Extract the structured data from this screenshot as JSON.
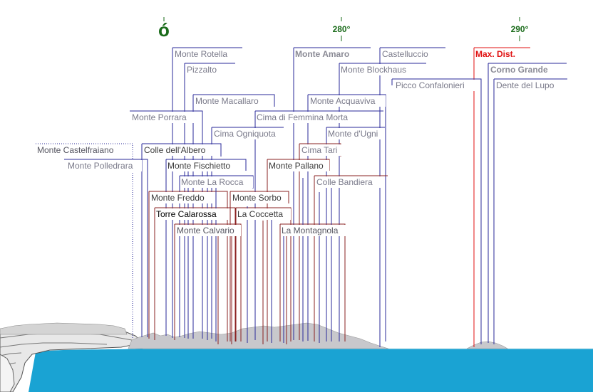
{
  "header": {
    "compass_marks": [
      {
        "label": "ó",
        "color": "#1a6b1a"
      },
      {
        "label": "280°",
        "color": "#1a6b1a"
      },
      {
        "label": "290°",
        "color": "#1a6b1a"
      }
    ],
    "max_distance_label": "Max. Dist."
  },
  "peaks": [
    {
      "name": "Monte Rotella",
      "tone": "gray"
    },
    {
      "name": "Pizzalto",
      "tone": "gray"
    },
    {
      "name": "Monte Amaro",
      "tone": "gray-bold"
    },
    {
      "name": "Castelluccio",
      "tone": "gray"
    },
    {
      "name": "Monte Blockhaus",
      "tone": "gray"
    },
    {
      "name": "Corno Grande",
      "tone": "gray-bold"
    },
    {
      "name": "Picco Confalonieri",
      "tone": "gray"
    },
    {
      "name": "Dente del Lupo",
      "tone": "gray"
    },
    {
      "name": "Monte Macallaro",
      "tone": "gray"
    },
    {
      "name": "Monte Acquaviva",
      "tone": "gray"
    },
    {
      "name": "Monte Porrara",
      "tone": "gray"
    },
    {
      "name": "Cima di Femmina Morta",
      "tone": "gray"
    },
    {
      "name": "Cima Ogniquota",
      "tone": "gray"
    },
    {
      "name": "Monte d'Ugni",
      "tone": "gray"
    },
    {
      "name": "Monte Castelfraiano",
      "tone": "gray"
    },
    {
      "name": "Colle dell'Albero",
      "tone": "dark"
    },
    {
      "name": "Cima Tari",
      "tone": "gray"
    },
    {
      "name": "Monte Polledrara",
      "tone": "gray"
    },
    {
      "name": "Monte Fischietto",
      "tone": "dark"
    },
    {
      "name": "Monte Pallano",
      "tone": "dark"
    },
    {
      "name": "Monte La Rocca",
      "tone": "gray"
    },
    {
      "name": "Colle Bandiera",
      "tone": "gray"
    },
    {
      "name": "Monte Freddo",
      "tone": "dark"
    },
    {
      "name": "Monte Sorbo",
      "tone": "dark"
    },
    {
      "name": "Torre Calarossa",
      "tone": "black"
    },
    {
      "name": "La Coccetta",
      "tone": "dark"
    },
    {
      "name": "Monte Calvario",
      "tone": "gray"
    },
    {
      "name": "La Montagnola",
      "tone": "gray"
    }
  ],
  "colors": {
    "blue_line": "#2a2a9a",
    "red_line": "#8a2020",
    "max_dist": "#e01010",
    "sea": "#1aa3d3",
    "compass": "#1a6b1a",
    "label_gray": "#7a7a8a",
    "label_dark": "#3a3a3a"
  }
}
